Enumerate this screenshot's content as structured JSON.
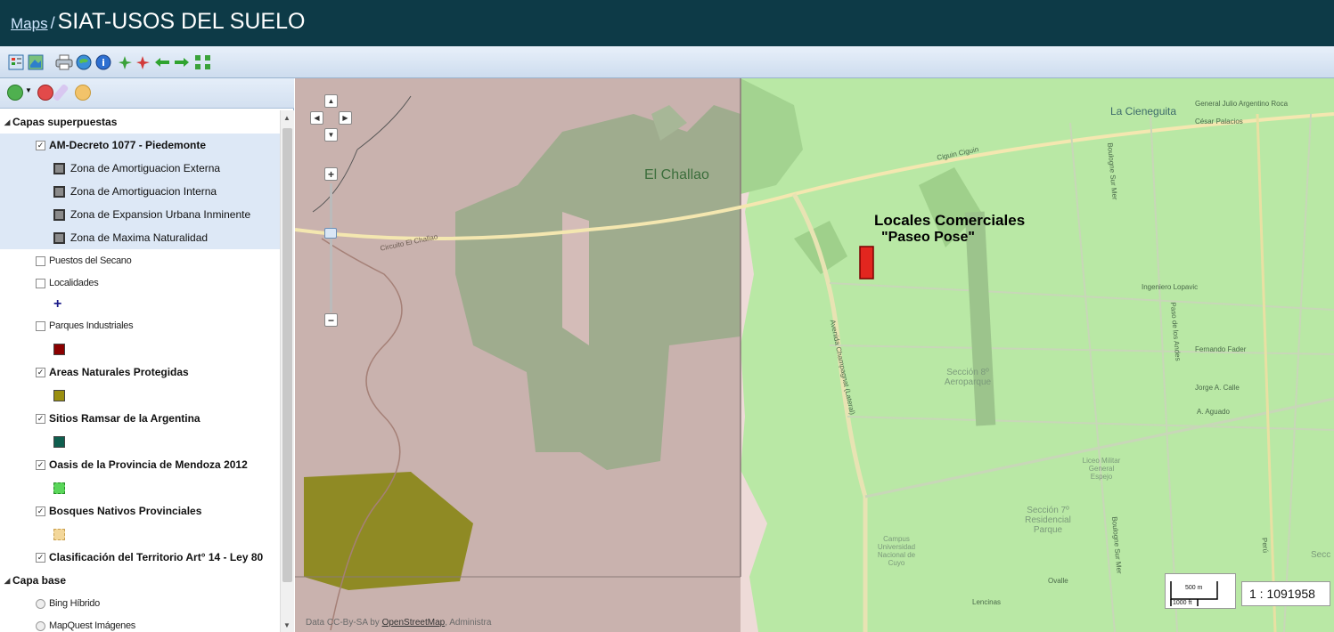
{
  "header": {
    "maps_link": "Maps",
    "separator": "/",
    "title": "SIAT-USOS DEL SUELO"
  },
  "toolbar": {
    "icons": [
      "legend-icon",
      "layers-icon",
      "print-icon",
      "globe-icon",
      "info-icon",
      "zoom-in-icon",
      "zoom-out-icon",
      "back-arrow-icon",
      "forward-arrow-icon",
      "full-extent-icon"
    ]
  },
  "layer_panel": {
    "tools": [
      "add-layer-icon",
      "remove-layer-icon",
      "properties-icon",
      "style-icon"
    ],
    "overlay_group": "Capas superpuestas",
    "decreto_layer": "AM-Decreto 1077 - Piedemonte",
    "decreto_legend": [
      "Zona de Amortiguacion Externa",
      "Zona de Amortiguacion Interna",
      "Zona de Expansion Urbana Inminente",
      "Zona de Maxima Naturalidad"
    ],
    "puestos": "Puestos del Secano",
    "localidades": "Localidades",
    "localidades_symbol": "+",
    "parques": "Parques Industriales",
    "areas": "Areas Naturales Protegidas",
    "ramsar": "Sitios Ramsar de la Argentina",
    "oasis": "Oasis de la Provincia de Mendoza 2012",
    "bosques": "Bosques Nativos Provinciales",
    "clasificacion": "Clasificación del Territorio Art° 14 - Ley 80",
    "base_group": "Capa base",
    "bing": "Bing Híbrido",
    "mapquest": "MapQuest Imágenes",
    "colors": {
      "parques": "#8b0000",
      "areas": "#9a8f10",
      "ramsar": "#0f5e4e",
      "oasis": "#5ad65a",
      "bosques": "#f3d79a"
    }
  },
  "map": {
    "place_labels": {
      "el_challao": "El Challao",
      "la_cienaga": "La Cieneguita",
      "julio_roca": "General Julio Argentino Roca",
      "cesar_palacios": "César Palacios",
      "ciguin": "Ciguin Ciguin",
      "circuito": "Circuito El Challao",
      "avenida": "Avenida Champagnat (Lateral)",
      "ingeniero": "Ingeniero Lopavic",
      "fernando": "Fernando Fader",
      "jorge": "Jorge A. Calle",
      "aguado": "A. Aguado",
      "seccion8": "Sección 8º Aeroparque",
      "seccion7": "Sección 7º Residencial Parque",
      "liceo": "Liceo Militar General Espejo",
      "campus": "Campus Universidad Nacional de Cuyo",
      "ovalle": "Ovalle",
      "boulogne1": "Boulogne Sur Mer",
      "boulogne2": "Boulogne Sur Mer",
      "paso": "Paso de los Andes",
      "peru": "Perú",
      "lencinas": "Lencinas",
      "seccion": "Secc"
    },
    "annotation_line1": "Locales Comerciales",
    "annotation_line2": "\"Paseo Pose\"",
    "scale_m": "500 m",
    "scale_ft": "1000 ft",
    "scale_ratio": "1 : 1091958",
    "attribution_prefix": "Data CC-By-SA by ",
    "attribution_link": "OpenStreetMap",
    "attribution_suffix": ", Administra",
    "colors": {
      "urban_green": "#b8eaa4",
      "pink": "#efd9d8",
      "gray_overlay": "#b79f9c",
      "olive": "#8f8a24",
      "marker": "#e2261f"
    }
  }
}
